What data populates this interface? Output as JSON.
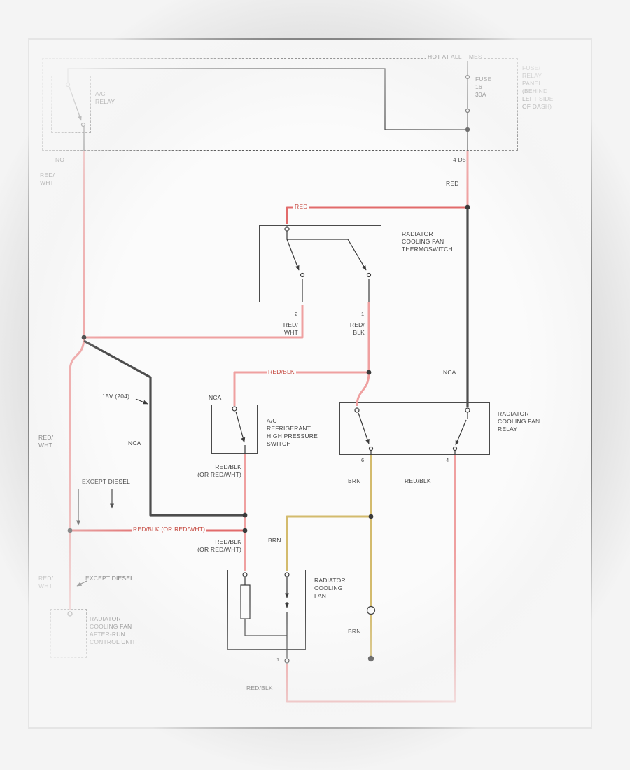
{
  "colors": {
    "bg": "#d8d8d8",
    "paper": "#fbfbfb",
    "line": "#3a3a3a",
    "text": "#424242",
    "wire_pink": "#efa0a0",
    "wire_red": "#e26b6b",
    "wire_dark": "#4d4d4d",
    "wire_brn": "#d3bb6d",
    "label_red": "#c4453c"
  },
  "diagram": {
    "power": {
      "hot_label": "HOT AT ALL TIMES",
      "panel_label": "FUSE/\nRELAY\nPANEL\n(BEHIND\nLEFT SIDE\nOF DASH)",
      "ac_relay": "A/C\nRELAY",
      "fuse": "FUSE\n16\n30A",
      "left_terminal": "NO",
      "left_wire": "RED/\nWHT",
      "right_terminal": "4 D5",
      "right_wire": "RED"
    },
    "thermoswitch": {
      "label": "RADIATOR\nCOOLING FAN\nTHERMOSWITCH",
      "feed_wire": "RED",
      "terminal_2": "2",
      "terminal_1": "1",
      "wire_2": "RED/\nWHT",
      "wire_1": "RED/\nBLK"
    },
    "pressure_switch": {
      "label": "A/C\nREFRIGERANT\nHIGH PRESSURE\nSWITCH",
      "nca": "NCA",
      "feed_wire": "RED/BLK",
      "out_wire_1": "RED/BLK\n(OR RED/WHT)",
      "out_wire_2": "RED/BLK\n(OR RED/WHT)"
    },
    "fan_relay": {
      "label": "RADIATOR\nCOOLING FAN\nRELAY",
      "nca": "NCA",
      "term_left": "6",
      "term_right": "4",
      "wire_left": "BRN",
      "wire_right": "RED/BLK"
    },
    "fan": {
      "label": "RADIATOR\nCOOLING\nFAN",
      "terminal_1": "1",
      "brn_wire": "BRN",
      "ground_wire": "BRN",
      "bottom_wire": "RED/BLK"
    },
    "left_branch": {
      "connector": "15V (204)",
      "nca": "NCA",
      "wire": "RED/\nWHT",
      "except_diesel_1": "EXCEPT DIESEL",
      "diesel_wire": "RED/BLK (OR RED/WHT)",
      "except_diesel_2": "EXCEPT DIESEL",
      "wire_2": "RED/\nWHT"
    },
    "after_run": {
      "label": "RADIATOR\nCOOLING FAN\nAFTER-RUN\nCONTROL UNIT"
    }
  }
}
